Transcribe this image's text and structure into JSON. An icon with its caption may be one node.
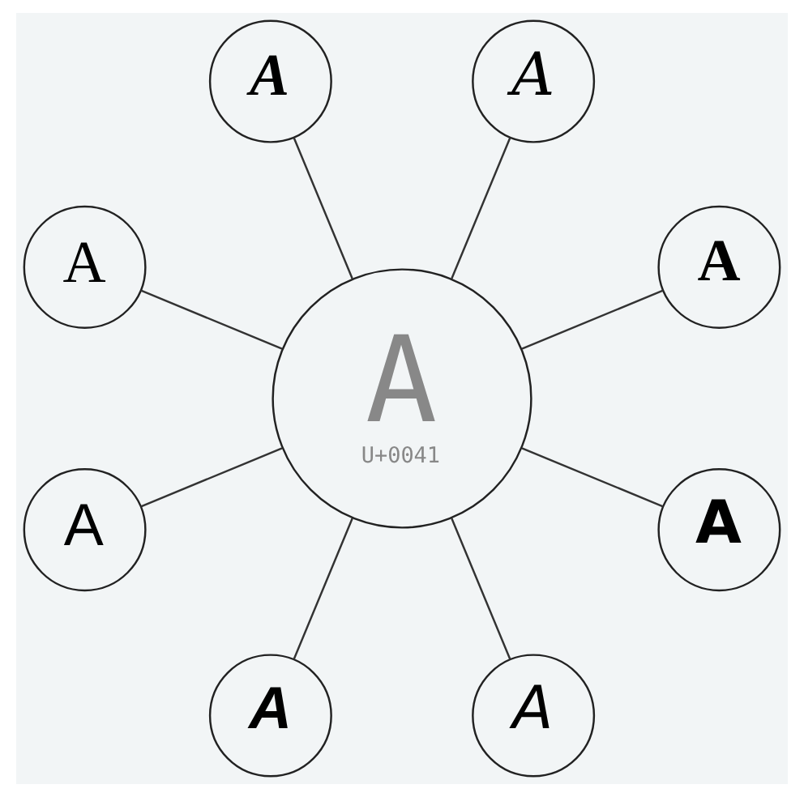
{
  "diagram": {
    "nodes": [
      {
        "text": [
          "A",
          "U+0041"
        ]
      },
      {
        "text": [
          "A"
        ]
      },
      {
        "text": [
          "A"
        ]
      },
      {
        "text": [
          "A"
        ]
      },
      {
        "text": [
          "A"
        ]
      },
      {
        "text": [
          "A"
        ]
      },
      {
        "text": [
          "A"
        ]
      },
      {
        "text": [
          "A"
        ]
      },
      {
        "text": [
          "A"
        ]
      }
    ],
    "edges": [
      {
        "from": 0,
        "to": 1,
        "arrow": "none"
      },
      {
        "from": 0,
        "to": 2,
        "arrow": "none"
      },
      {
        "from": 0,
        "to": 4,
        "arrow": "none"
      },
      {
        "from": 0,
        "to": 8,
        "arrow": "none"
      },
      {
        "from": 0,
        "to": 6,
        "arrow": "none"
      },
      {
        "from": 0,
        "to": 7,
        "arrow": "none"
      },
      {
        "from": 0,
        "to": 5,
        "arrow": "none"
      },
      {
        "from": 0,
        "to": 3,
        "arrow": "none"
      }
    ]
  }
}
